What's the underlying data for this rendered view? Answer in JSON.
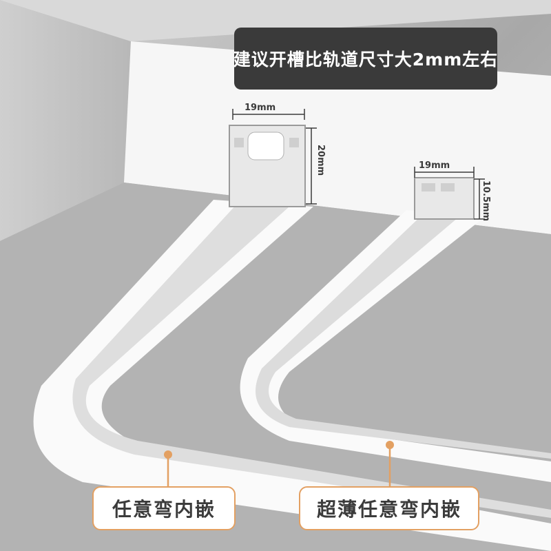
{
  "banner": {
    "text": "建议开槽比轨道尺寸大2mm左右"
  },
  "track_large": {
    "width_label": "19mm",
    "height_label": "20mm"
  },
  "track_small": {
    "width_label": "19mm",
    "height_label": "10.5mm"
  },
  "labels": {
    "left": "任意弯内嵌",
    "right": "超薄任意弯内嵌"
  },
  "colors": {
    "accent": "#e3a062",
    "banner_bg": "#3a3a3a",
    "ceiling": "#a9a9a9",
    "wall": "#ffffff"
  }
}
